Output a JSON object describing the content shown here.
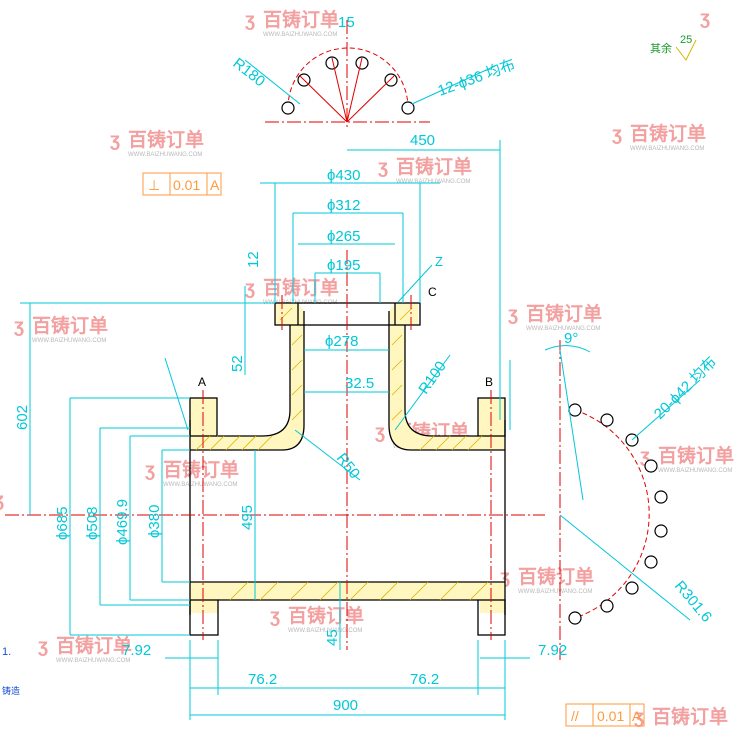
{
  "watermark": {
    "brand": "百铸订单",
    "url": "WWW.BAIZHUWANG.COM"
  },
  "notes": {
    "surface_roughness": "其余",
    "roughness_value": "25",
    "left_dot": "1.",
    "left_text": "铸造"
  },
  "tolerances": {
    "perpendicular": {
      "symbol": "⊥",
      "value": "0.01",
      "datum": "A"
    },
    "parallel": {
      "symbol": "//",
      "value": "0.01",
      "datum": "A"
    }
  },
  "labels": {
    "a": "A",
    "b": "B",
    "c": "C",
    "z": "Z"
  },
  "dimensions": {
    "angle_top": "15",
    "r180": "R180",
    "holes_top": "12-ϕ36 均布",
    "d450": "450",
    "d430": "ϕ430",
    "d312": "ϕ312",
    "d265": "ϕ265",
    "d195": "ϕ195",
    "d278": "ϕ278",
    "h12": "12",
    "h52": "52",
    "t325": "32.5",
    "r100": "R100",
    "r50": "R50",
    "h602": "602",
    "d685": "ϕ685",
    "d508": "ϕ508",
    "d4699": "ϕ469.9",
    "d380": "ϕ380",
    "h495": "495",
    "h45": "45",
    "w792l": "7.92",
    "w792r": "7.92",
    "w762l": "76.2",
    "w762r": "76.2",
    "w900": "900",
    "angle_right": "9°",
    "holes_right": "20-ϕ42 均布",
    "r3016": "R301.6"
  }
}
